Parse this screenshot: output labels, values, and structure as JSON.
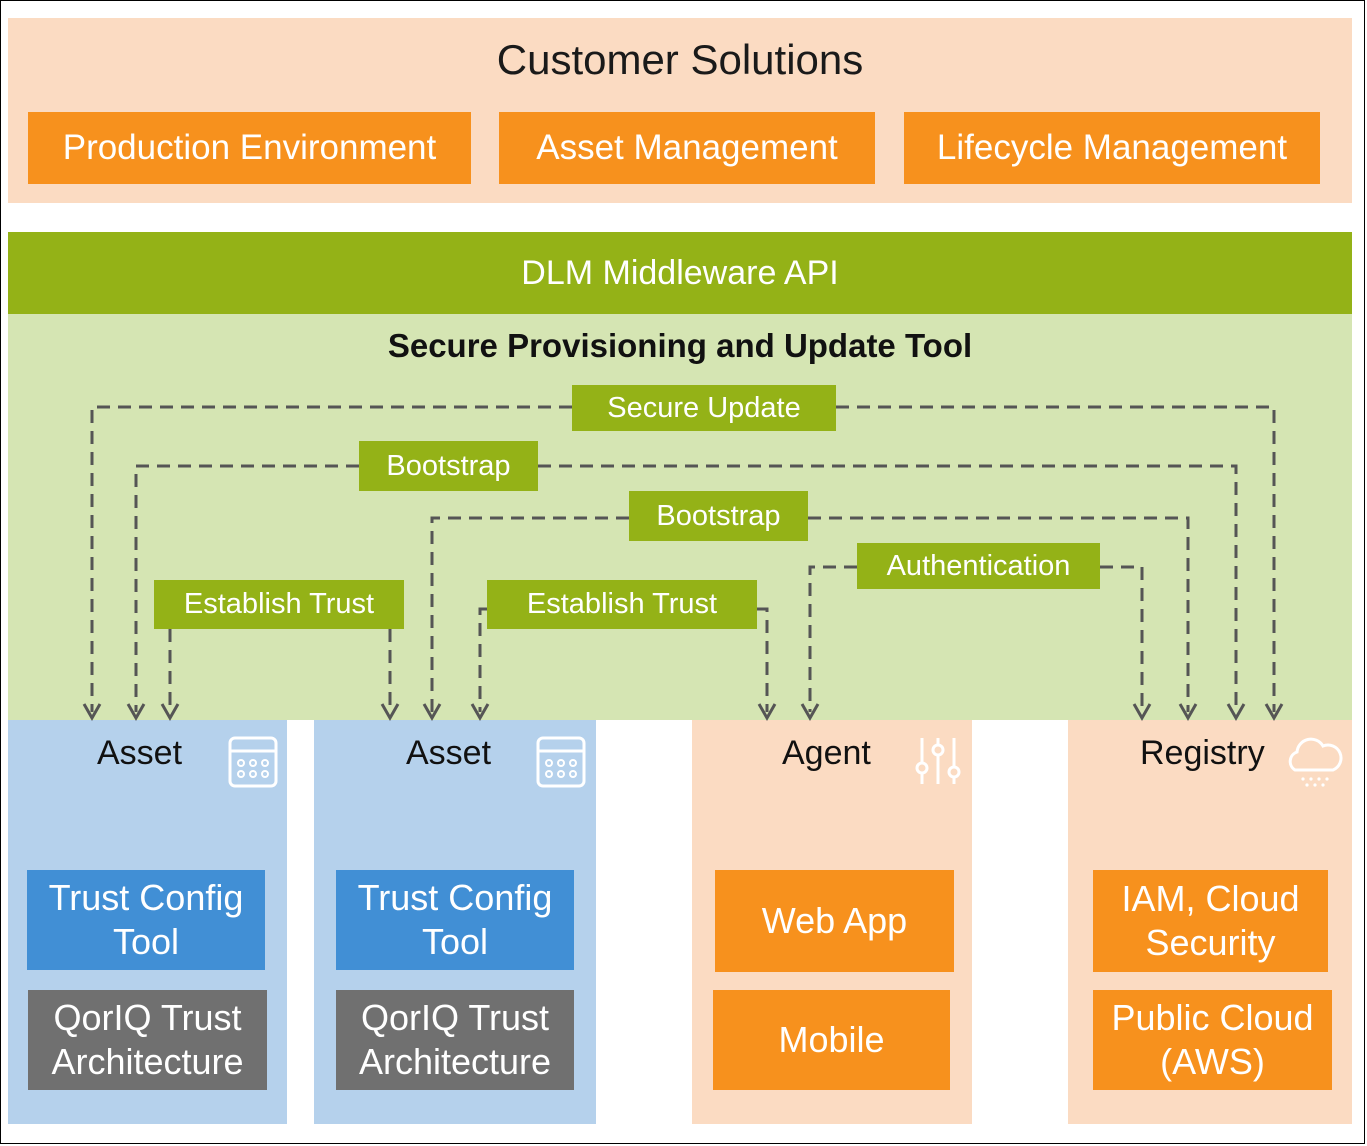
{
  "customer_solutions": {
    "title": "Customer Solutions",
    "items": [
      "Production Environment",
      "Asset Management",
      "Lifecycle Management"
    ]
  },
  "middleware": {
    "api_label": "DLM Middleware API",
    "tool_title": "Secure Provisioning and Update Tool"
  },
  "flows": {
    "secure_update": "Secure Update",
    "bootstrap_1": "Bootstrap",
    "bootstrap_2": "Bootstrap",
    "authentication": "Authentication",
    "establish_trust_1": "Establish Trust",
    "establish_trust_2": "Establish Trust"
  },
  "columns": {
    "asset_1": {
      "title": "Asset",
      "icon": "device-grid-icon",
      "tool": [
        "Trust Config",
        "Tool"
      ],
      "arch": [
        "QorIQ Trust",
        "Architecture"
      ]
    },
    "asset_2": {
      "title": "Asset",
      "icon": "device-grid-icon",
      "tool": [
        "Trust Config",
        "Tool"
      ],
      "arch": [
        "QorIQ Trust",
        "Architecture"
      ]
    },
    "agent": {
      "title": "Agent",
      "icon": "sliders-icon",
      "items": [
        "Web App",
        "Mobile"
      ]
    },
    "registry": {
      "title": "Registry",
      "icon": "cloud-icon",
      "items": [
        [
          "IAM, Cloud",
          "Security"
        ],
        [
          "Public Cloud",
          "(AWS)"
        ]
      ]
    }
  },
  "colors": {
    "orange": "#f7911d",
    "peach": "#fbdbc2",
    "green_dark": "#94b217",
    "green_light": "#d5e5b3",
    "blue_light": "#b5d1ec",
    "blue_box": "#418fd5",
    "gray_box": "#707070"
  }
}
